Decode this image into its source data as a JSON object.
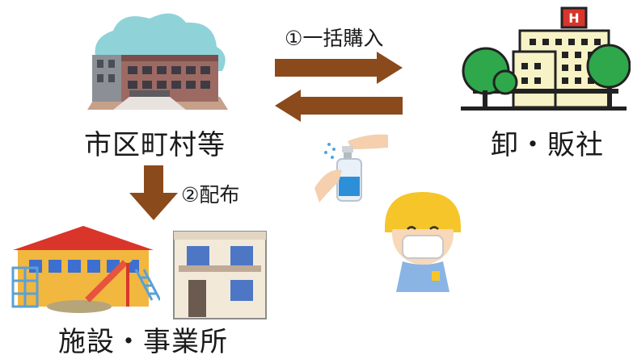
{
  "nodes": {
    "municipality": "市区町村等",
    "wholesaler": "卸・販社",
    "facilities": "施設・事業所"
  },
  "steps": {
    "step1": "①一括購入",
    "step2": "②配布"
  },
  "colors": {
    "arrow_brown": "#8b4a1c",
    "roof_red": "#d9352b",
    "tree_green": "#2ea84a",
    "building_cream": "#f7f3c6"
  }
}
